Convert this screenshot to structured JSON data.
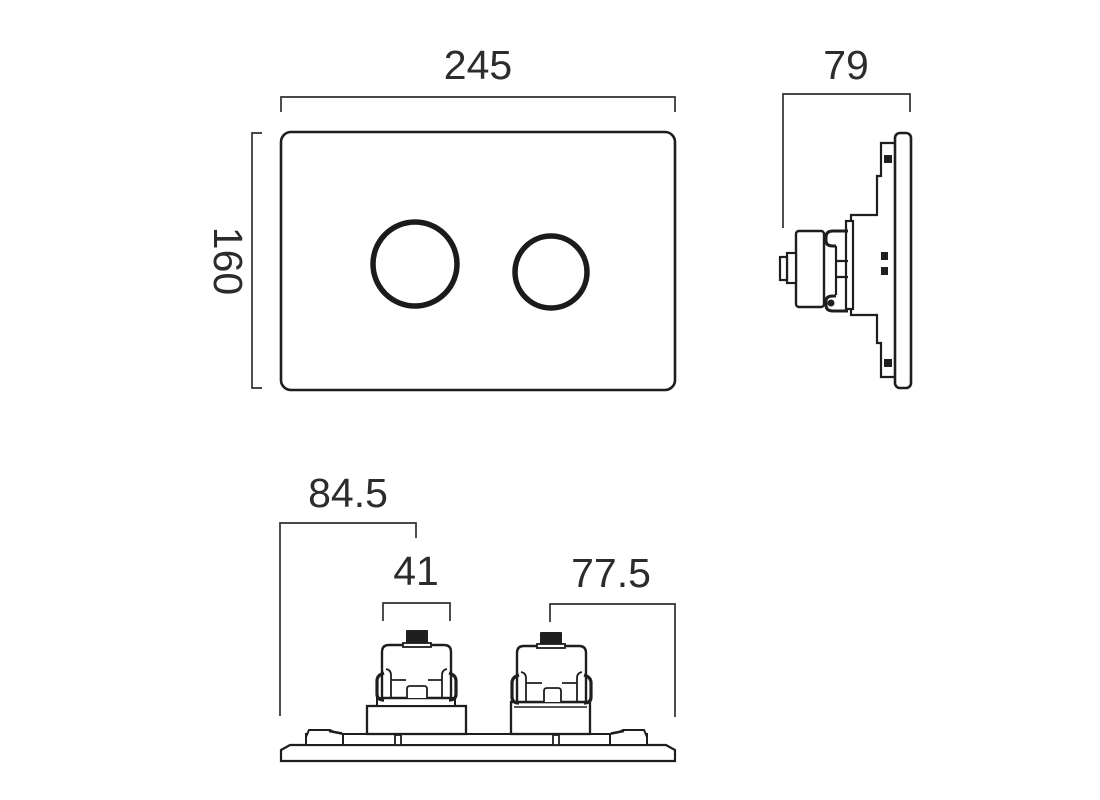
{
  "drawing": {
    "background": "#ffffff",
    "line_color": "#1e1e1e",
    "dim_color": "#2f2f2f",
    "views": {
      "front": {
        "dims": {
          "width": "245",
          "height": "160"
        }
      },
      "side": {
        "dims": {
          "depth": "79"
        }
      },
      "bottom": {
        "dims": {
          "left_offset": "84.5",
          "button_width": "41",
          "right_offset": "77.5"
        }
      }
    }
  }
}
